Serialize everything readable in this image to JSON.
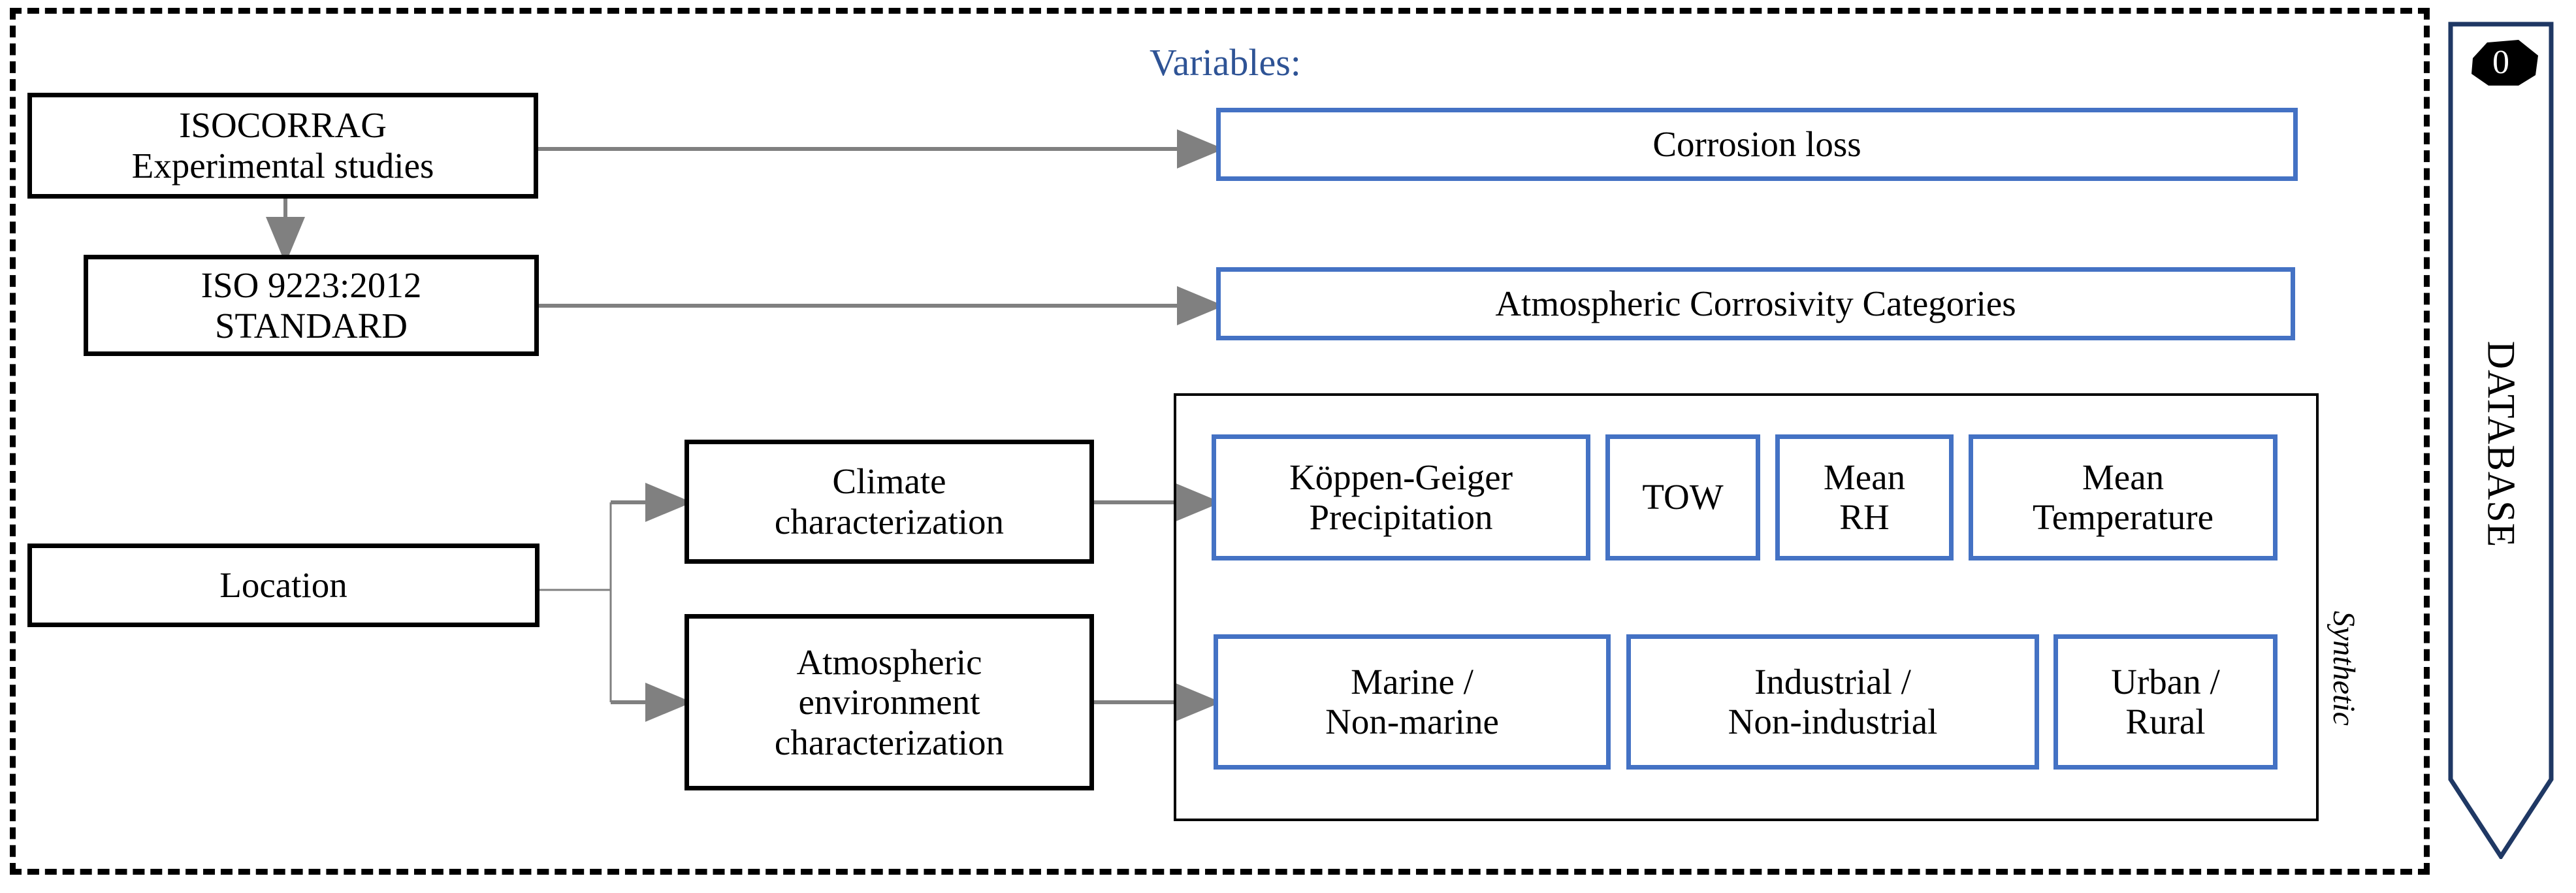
{
  "diagram": {
    "scope_label": "",
    "variables_header": "Variables:",
    "synthetic_label": "Synthetic",
    "database_label": "DATABASE",
    "database_badge": "0",
    "colors": {
      "variable_box_border": "#4472C4",
      "variables_header_text": "#2E5395",
      "database_arrow_border": "#1F3864",
      "process_box_border": "#000000",
      "connector": "#808080"
    }
  },
  "process_boxes": [
    {
      "id": "isocorrag",
      "line1": "ISOCORRAG",
      "line2": "Experimental studies"
    },
    {
      "id": "iso9223",
      "line1": "ISO 9223:2012",
      "line2": "STANDARD"
    },
    {
      "id": "location",
      "line1": "Location",
      "line2": ""
    },
    {
      "id": "climate",
      "line1": "Climate",
      "line2": "characterization"
    },
    {
      "id": "atmos-env",
      "line1": "Atmospheric",
      "line2": "environment",
      "line3": "characterization"
    }
  ],
  "variable_boxes": [
    {
      "id": "corrosion-loss",
      "line1": "Corrosion loss",
      "line2": ""
    },
    {
      "id": "corrosivity-categories",
      "line1": "Atmospheric Corrosivity Categories",
      "line2": ""
    },
    {
      "id": "koppen-geiger",
      "line1": "Köppen-Geiger",
      "line2": "Precipitation"
    },
    {
      "id": "tow",
      "line1": "TOW",
      "line2": ""
    },
    {
      "id": "mean-rh",
      "line1": "Mean",
      "line2": "RH"
    },
    {
      "id": "mean-temperature",
      "line1": "Mean",
      "line2": "Temperature"
    },
    {
      "id": "marine",
      "line1": "Marine /",
      "line2": "Non-marine"
    },
    {
      "id": "industrial",
      "line1": "Industrial /",
      "line2": "Non-industrial"
    },
    {
      "id": "urban",
      "line1": "Urban /",
      "line2": "Rural"
    }
  ]
}
